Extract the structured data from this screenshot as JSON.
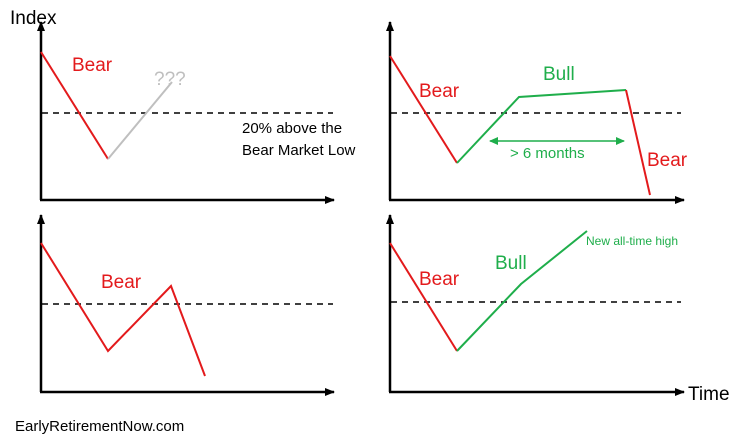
{
  "labels": {
    "y_axis": "Index",
    "x_axis": "Time",
    "watermark": "EarlyRetirementNow.com",
    "question": "???",
    "threshold_note_line1": "20% above the",
    "threshold_note_line2": "Bear Market Low",
    "duration": "> 6 months",
    "new_high": "New all-time high",
    "panel1_bear": "Bear",
    "panel2_bear": "Bear",
    "panel2_bull": "Bull",
    "panel2_bear_end": "Bear",
    "panel3_bear": "Bear",
    "panel4_bear": "Bear",
    "panel4_bull": "Bull"
  },
  "colors": {
    "bear": "#e31a1c",
    "bull": "#1fae4b",
    "unknown": "#bfbfbf",
    "axis": "#000000",
    "threshold": "#000000"
  }
}
